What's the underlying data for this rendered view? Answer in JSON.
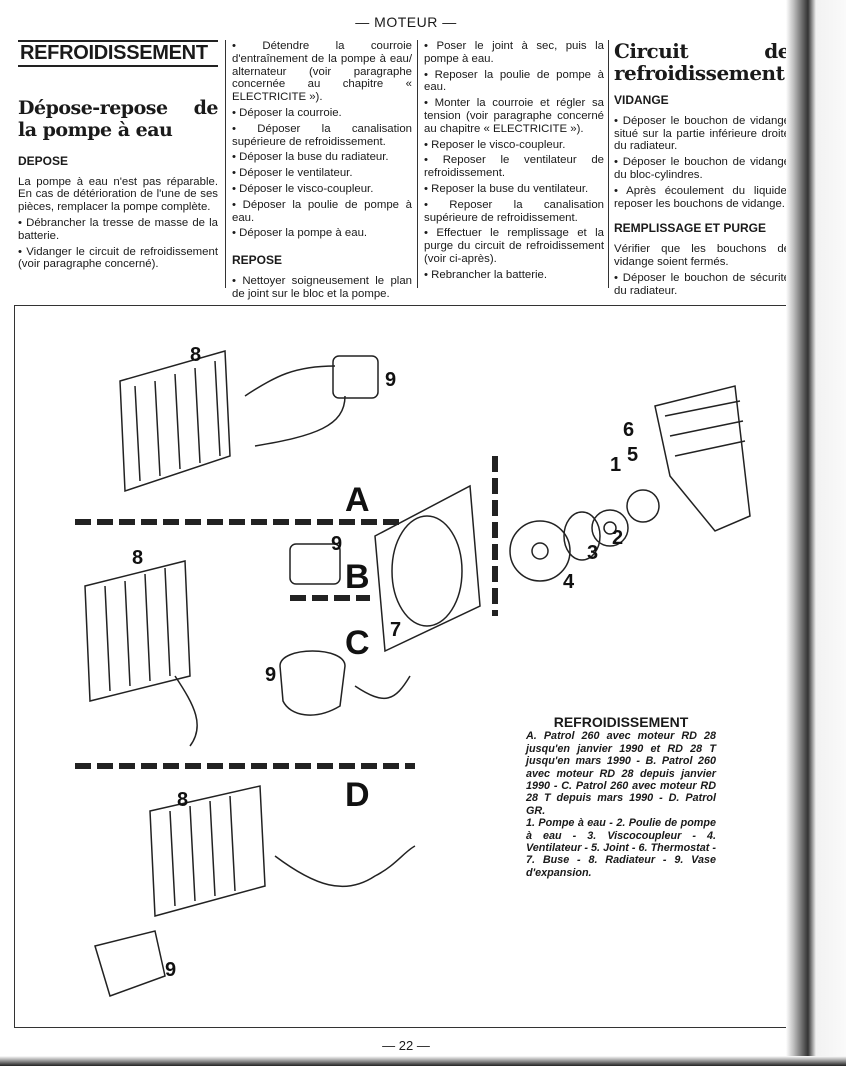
{
  "header": "— MOTEUR —",
  "col1": {
    "title": "REFROIDISSEMENT",
    "heading": "Dépose-repose de la pompe à eau",
    "sub": "DEPOSE",
    "paras": [
      "La pompe à eau n'est pas réparable. En cas de détérioration de l'une de ses pièces, remplacer la pompe complète.",
      "• Débrancher la tresse de masse de la batterie.",
      "• Vidanger le circuit de refroidissement (voir paragraphe concerné)."
    ]
  },
  "col2": {
    "paras": [
      "• Détendre la courroie d'entraînement de la pompe à eau/ alternateur (voir paragraphe concernée au chapitre « ELECTRICITE »).",
      "• Déposer la courroie.",
      "• Déposer la canalisation supérieure de refroidissement.",
      "• Déposer la buse du radiateur.",
      "• Déposer le ventilateur.",
      "• Déposer le visco-coupleur.",
      "• Déposer la poulie de pompe à eau.",
      "• Déposer la pompe à eau."
    ],
    "sub": "REPOSE",
    "paras2": [
      "• Nettoyer soigneusement le plan de joint sur le bloc et la pompe."
    ]
  },
  "col3": {
    "paras": [
      "• Poser le joint à sec, puis la pompe à eau.",
      "• Reposer la poulie de pompe à eau.",
      "• Monter la courroie et régler sa tension (voir paragraphe concerné au chapitre « ELECTRICITE »).",
      "• Reposer le visco-coupleur.",
      "• Reposer le ventilateur de refroidissement.",
      "• Reposer la buse du ventilateur.",
      "• Reposer la canalisation supérieure de refroidissement.",
      "• Effectuer le remplissage et la purge du circuit de refroidissement (voir ci-après).",
      "• Rebrancher la batterie."
    ]
  },
  "col4": {
    "heading": "Circuit de refroidissement",
    "sub1": "VIDANGE",
    "paras": [
      "• Déposer le bouchon de vidange situé sur la partie inférieure droite du radiateur.",
      "• Déposer le bouchon de vidange du bloc-cylindres.",
      "• Après écoulement du liquide, reposer les bouchons de vidange."
    ],
    "sub2": "REMPLISSAGE ET PURGE",
    "paras2": [
      "Vérifier que les bouchons de vidange soient fermés.",
      "• Déposer le bouchon de sécurité du radiateur."
    ]
  },
  "figure": {
    "caption_title": "REFROIDISSEMENT",
    "caption_1": "A. Patrol 260 avec moteur RD 28 jusqu'en janvier 1990 et RD 28 T jusqu'en mars 1990 - B. Patrol 260 avec moteur RD 28 depuis janvier 1990 - C. Patrol 260 avec moteur RD 28 T depuis mars 1990 - D. Patrol GR.",
    "caption_2": "1. Pompe à eau - 2. Poulie de pompe à eau - 3. Viscocoupleur - 4. Ventilateur - 5. Joint - 6. Thermostat - 7. Buse - 8. Radiateur - 9. Vase d'expansion.",
    "labels": {
      "A": "A",
      "B": "B",
      "C": "C",
      "D": "D",
      "n1": "1",
      "n2": "2",
      "n3": "3",
      "n4": "4",
      "n5": "5",
      "n6": "6",
      "n7": "7",
      "n8": "8",
      "n9": "9"
    }
  },
  "footer": "— 22 —"
}
